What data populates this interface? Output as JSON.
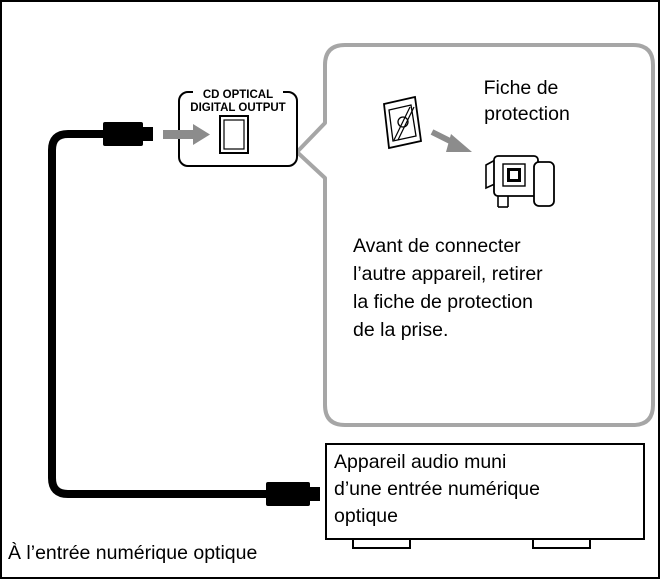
{
  "connector_label": {
    "line1": "CD OPTICAL",
    "line2": "DIGITAL OUTPUT"
  },
  "callout": {
    "cap_label_line1": "Fiche de",
    "cap_label_line2": "protection",
    "instruction_line1": "Avant de connecter",
    "instruction_line2": "l’autre appareil, retirer",
    "instruction_line3": "la fiche de protection",
    "instruction_line4": "de la prise."
  },
  "device": {
    "label_line1": "Appareil audio muni",
    "label_line2": "d’une entrée numérique",
    "label_line3": "optique"
  },
  "cable_end_label": "À l’entrée numérique optique",
  "colors": {
    "callout_border": "#a6a6a6",
    "arrow": "#8c8c8c",
    "cable": "#000000"
  }
}
